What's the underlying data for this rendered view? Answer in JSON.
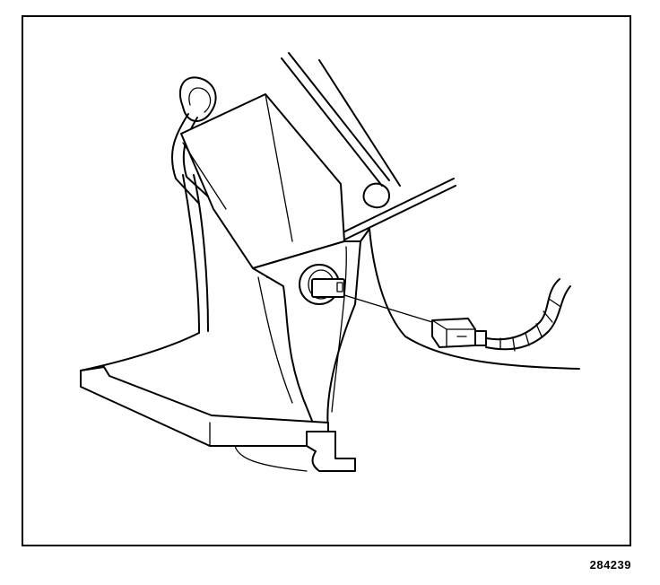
{
  "figure": {
    "number": "284239"
  },
  "icons": {
    "bracket": "mounting-bracket-illustration",
    "connector": "electrical-connector-illustration",
    "harness": "wiring-harness-illustration"
  }
}
